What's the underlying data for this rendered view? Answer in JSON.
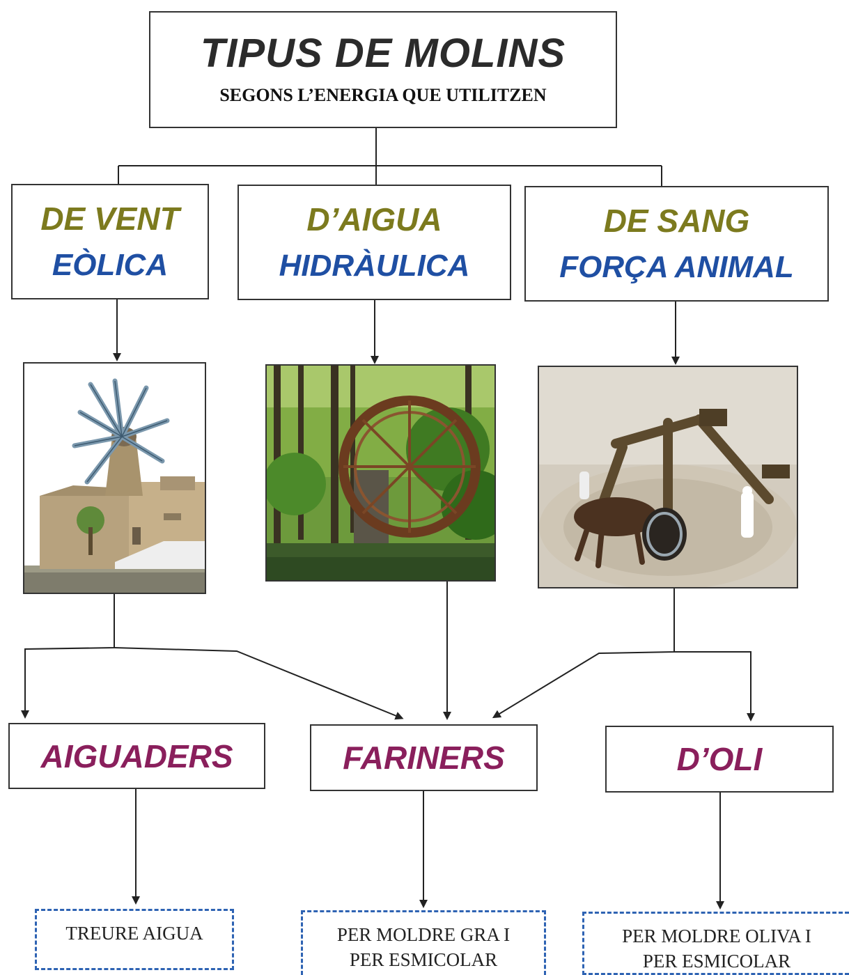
{
  "header": {
    "title": "TIPUS DE MOLINS",
    "subtitle": "SEGONS L’ENERGIA QUE UTILITZEN"
  },
  "categories": [
    {
      "name": "DE VENT",
      "energy": "EÒLICA"
    },
    {
      "name": "D’AIGUA",
      "energy": "HIDRÀULICA"
    },
    {
      "name": "DE SANG",
      "energy": "FORÇA ANIMAL"
    }
  ],
  "uses": [
    {
      "name": "AIGUADERS",
      "description": [
        "TREURE AIGUA"
      ]
    },
    {
      "name": "FARINERS",
      "description": [
        "PER MOLDRE GRA I",
        "PER ESMICOLAR"
      ]
    },
    {
      "name": "D’OLI",
      "description": [
        "PER MOLDRE OLIVA I",
        "PER ESMICOLAR"
      ]
    }
  ],
  "photos": [
    "windmill-photo",
    "waterwheel-photo",
    "animal-mill-photo"
  ],
  "colors": {
    "category_name": "#7c7a1e",
    "category_energy": "#1f4fa3",
    "use_name": "#8a1f5c",
    "dashed_border": "#2e63b3"
  }
}
